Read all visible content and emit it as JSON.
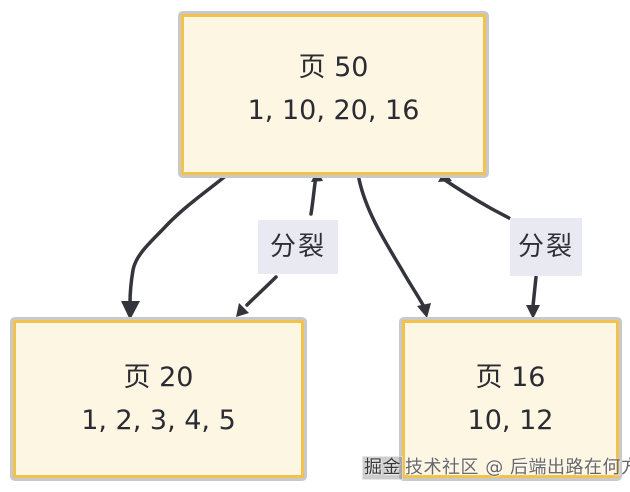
{
  "diagram": {
    "title_hint": "B+ tree page split diagram",
    "nodes": {
      "root": {
        "title": "页 50",
        "values": "1, 10, 20, 16"
      },
      "left_child": {
        "title": "页 20",
        "values": "1, 2, 3, 4, 5"
      },
      "right_child": {
        "title": "页 16",
        "values": "10, 12"
      }
    },
    "edge_labels": {
      "left": "分裂",
      "right": "分裂"
    }
  },
  "watermark": {
    "prefix": "掘金",
    "suffix": "技术社区 @ 后端出路在何方"
  },
  "colors": {
    "background": "#FFFFFF",
    "box_fill": "#FDF6E3",
    "box_border": "#F2C24E",
    "box_outline": "#C9C9C9",
    "arrow": "#34343C",
    "edge_label_bg": "#E9E9F2",
    "text": "#2B2B33",
    "watermark_text": "#484848"
  }
}
